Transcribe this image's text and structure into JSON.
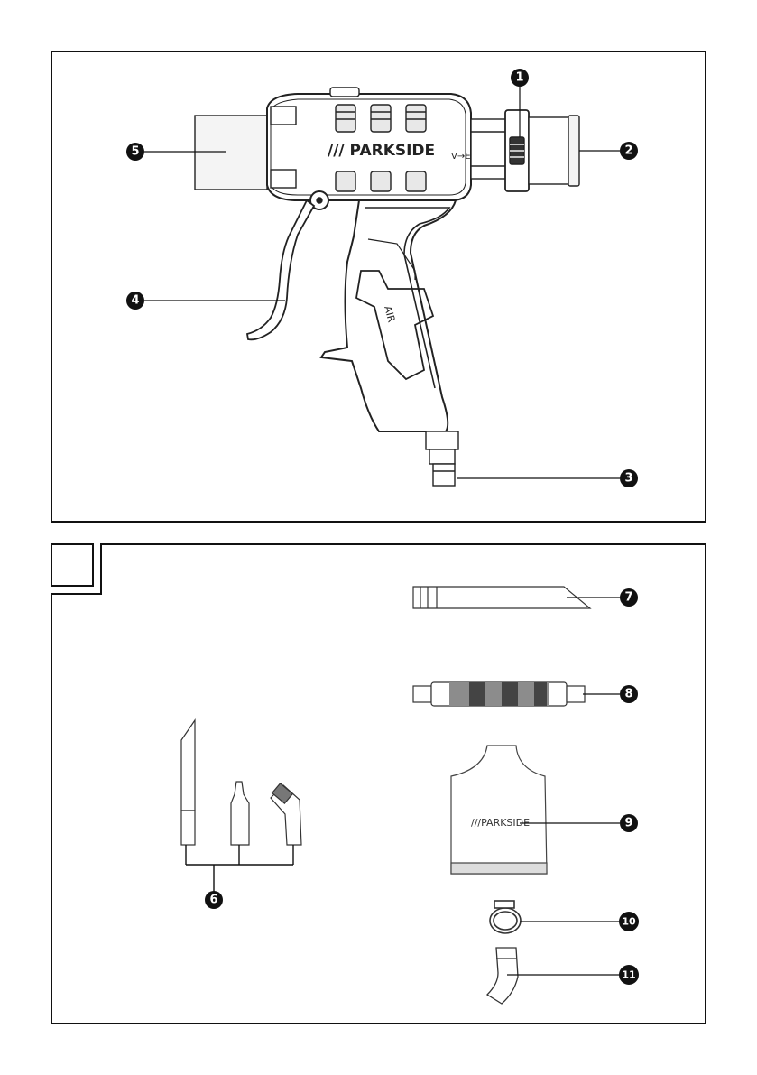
{
  "panel_top": {
    "brand": "/// PARKSIDE",
    "side_mark": "V→E",
    "grip_mark": "AIR",
    "callouts": [
      {
        "id": "c1",
        "label": "1"
      },
      {
        "id": "c2",
        "label": "2"
      },
      {
        "id": "c3",
        "label": "3"
      },
      {
        "id": "c4",
        "label": "4"
      },
      {
        "id": "c5",
        "label": "5"
      }
    ]
  },
  "panel_bottom": {
    "brand": "///PARKSIDE",
    "callouts": [
      {
        "id": "c6",
        "label": "6"
      },
      {
        "id": "c7",
        "label": "7"
      },
      {
        "id": "c8",
        "label": "8"
      },
      {
        "id": "c9",
        "label": "9"
      },
      {
        "id": "c10",
        "label": "10"
      },
      {
        "id": "c11",
        "label": "11"
      }
    ]
  }
}
